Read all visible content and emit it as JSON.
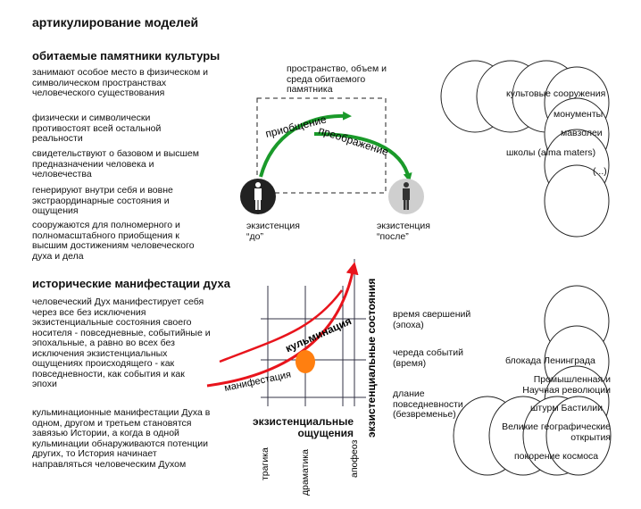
{
  "title": "артикулирование моделей",
  "section1": {
    "heading": "обитаемые памятники культуры",
    "paragraphs": [
      "занимают особое место в физическом и символическом пространствах человеческого существования",
      "физически и символически противостоят всей остальной реальности",
      "свидетельствуют о базовом и высшем предназначении человека и человечества",
      "генерируют внутри себя и вовне экстраординарные состояния и ощущения",
      "сооружаются для полномерного и полномасштабного приобщения к высшим достижениям человеческого духа и дела"
    ]
  },
  "section2": {
    "heading": "исторические манифестации духа",
    "paragraphs": [
      "человеческий Дух манифестирует себя через все без исключения экзистенциальные состояния своего носителя - повседневные, событийные и эпохальные, а равно во всех без исключения экзистенциальных ощущениях происходящего - как повседневности, как события и как эпохи",
      "кульминационные манифестации Духа в одном, другом и третьем становятся завязью Истории, а когда в одной кульминации обнаруживаются потенции других, то История начинает направляться человеческим Духом"
    ]
  },
  "diagram1": {
    "space_label": "пространство, объем и среда обитаемого памятника",
    "arrow1_label": "приобщение",
    "arrow2_label": "преображение",
    "before_label": "экзистенция “до”",
    "after_label": "экзистенция “после”"
  },
  "circles1": {
    "items": [
      "культовые сооружения",
      "монументы",
      "мавзолеи",
      "школы (alma maters)",
      "(...)"
    ]
  },
  "diagram2": {
    "curve_label_top": "кульминация",
    "curve_label_bottom": "манифестация",
    "y_axis_title": "экзистенциальные состояния",
    "y_levels": [
      "время свершений (эпоха)",
      "череда событий (время)",
      "длание повседневности (безвременье)"
    ],
    "x_axis_title": "экзистенциальные ощущения",
    "x_levels": [
      "трагика",
      "драматика",
      "апофеоз"
    ]
  },
  "circles2": {
    "items": [
      "блокада Ленинграда",
      "Промышленная и Научная революции",
      "штурм Бастилии",
      "Великие географические открытия",
      "покорение космоса"
    ]
  },
  "colors": {
    "green": "#1a9a2a",
    "red": "#e8141c",
    "orange": "#ff7f10",
    "dark": "#222222",
    "gray": "#bfbfbf"
  }
}
